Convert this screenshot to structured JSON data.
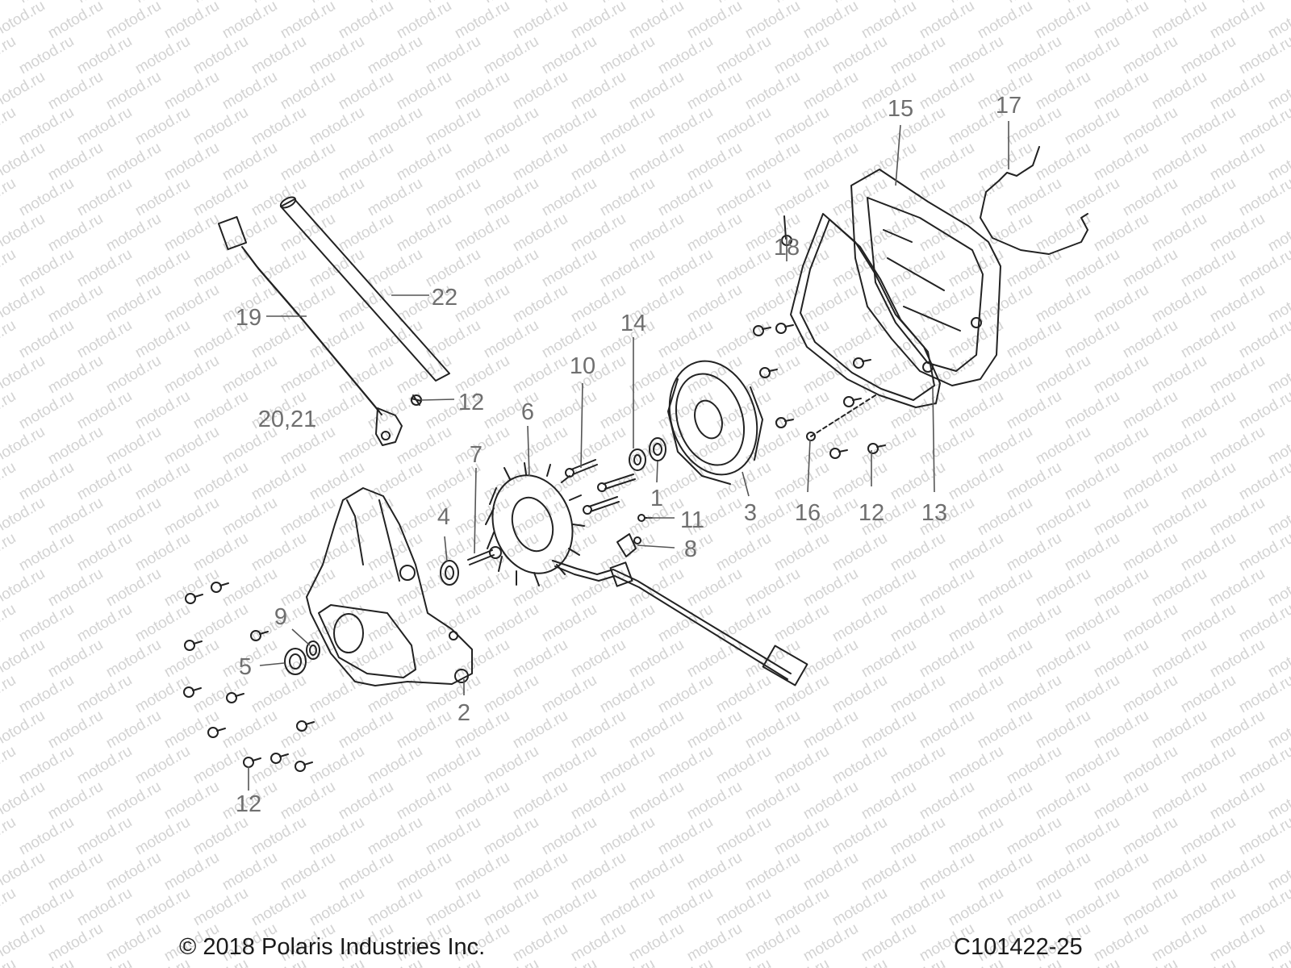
{
  "watermark": "motod.ru",
  "callouts": [
    {
      "id": "1",
      "label": "1"
    },
    {
      "id": "2",
      "label": "2"
    },
    {
      "id": "3",
      "label": "3"
    },
    {
      "id": "4",
      "label": "4"
    },
    {
      "id": "5",
      "label": "5"
    },
    {
      "id": "6",
      "label": "6"
    },
    {
      "id": "7",
      "label": "7"
    },
    {
      "id": "8",
      "label": "8"
    },
    {
      "id": "9",
      "label": "9"
    },
    {
      "id": "10",
      "label": "10"
    },
    {
      "id": "11",
      "label": "11"
    },
    {
      "id": "12a",
      "label": "12"
    },
    {
      "id": "12b",
      "label": "12"
    },
    {
      "id": "12c",
      "label": "12"
    },
    {
      "id": "13",
      "label": "13"
    },
    {
      "id": "14",
      "label": "14"
    },
    {
      "id": "15",
      "label": "15"
    },
    {
      "id": "16",
      "label": "16"
    },
    {
      "id": "17",
      "label": "17"
    },
    {
      "id": "18",
      "label": "18"
    },
    {
      "id": "19",
      "label": "19"
    },
    {
      "id": "20_21",
      "label": "20,21"
    },
    {
      "id": "22",
      "label": "22"
    }
  ],
  "footer": {
    "copyright": "© 2018 Polaris Industries Inc.",
    "figure_code": "C101422-25"
  }
}
